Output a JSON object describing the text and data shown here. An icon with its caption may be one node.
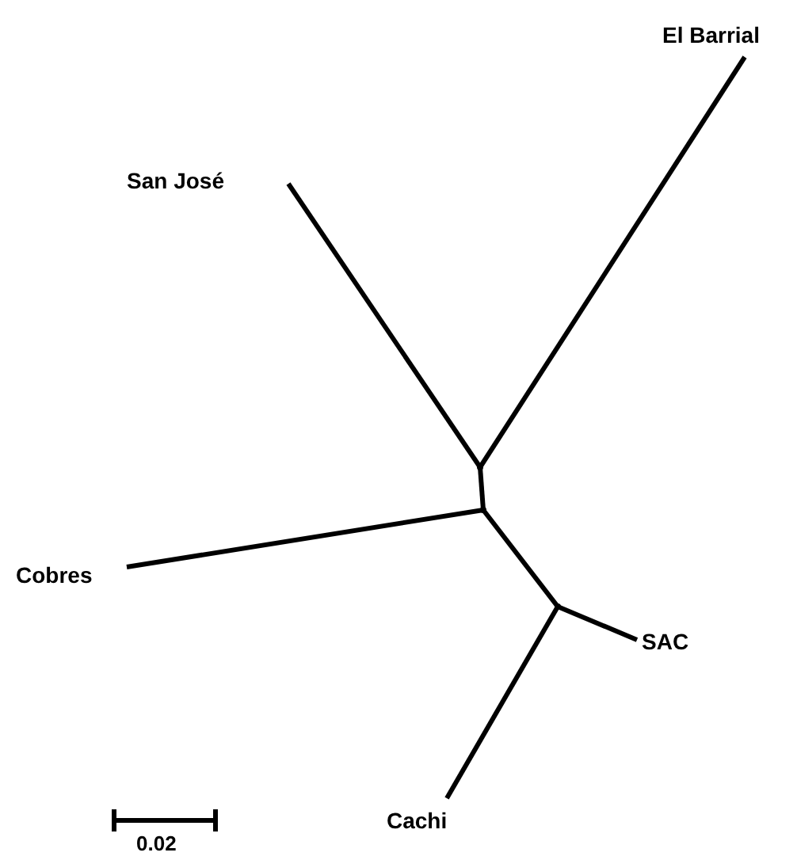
{
  "diagram": {
    "nodes": [
      {
        "text": [
          "El Barrial"
        ]
      },
      {
        "text": [
          "San José"
        ]
      },
      {
        "text": [],
        "shape": "point"
      },
      {
        "text": [],
        "shape": "point"
      },
      {
        "text": [
          "Cobres"
        ]
      },
      {
        "text": [],
        "shape": "point"
      },
      {
        "text": [
          "SAC"
        ]
      },
      {
        "text": [
          "Cachi"
        ]
      }
    ],
    "edges": [
      {
        "from": 2,
        "to": 0,
        "arrow": "none"
      },
      {
        "from": 2,
        "to": 1,
        "arrow": "none"
      },
      {
        "from": 2,
        "to": 3,
        "arrow": "none"
      },
      {
        "from": 3,
        "to": 4,
        "arrow": "none"
      },
      {
        "from": 3,
        "to": 5,
        "arrow": "none"
      },
      {
        "from": 5,
        "to": 6,
        "arrow": "none"
      },
      {
        "from": 5,
        "to": 7,
        "arrow": "none"
      }
    ],
    "labels": [
      "0.02"
    ]
  }
}
